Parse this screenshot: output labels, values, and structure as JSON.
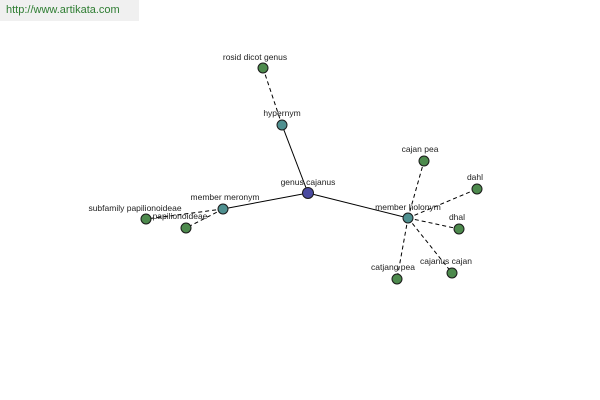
{
  "banner": {
    "url_text": "http://www.artikata.com"
  },
  "colors": {
    "center": "#4a4aa0",
    "relation": "#4f9090",
    "leaf": "#4d8a4d"
  },
  "nodes": [
    {
      "id": "center",
      "label": "genus cajanus",
      "kind": "center"
    },
    {
      "id": "hypernym",
      "label": "hypernym",
      "kind": "relation"
    },
    {
      "id": "member_meronym",
      "label": "member meronym",
      "kind": "relation"
    },
    {
      "id": "member_holonym",
      "label": "member holonym",
      "kind": "relation"
    },
    {
      "id": "rosid",
      "label": "rosid dicot genus",
      "kind": "leaf"
    },
    {
      "id": "subfamily",
      "label": "subfamily papilionoideae",
      "kind": "leaf"
    },
    {
      "id": "papilionoideae",
      "label": "papilionoideae",
      "kind": "leaf"
    },
    {
      "id": "cajan_pea",
      "label": "cajan pea",
      "kind": "leaf"
    },
    {
      "id": "dahl",
      "label": "dahl",
      "kind": "leaf"
    },
    {
      "id": "dhal",
      "label": "dhal",
      "kind": "leaf"
    },
    {
      "id": "cajanus_cajan",
      "label": "cajanus cajan",
      "kind": "leaf"
    },
    {
      "id": "catjang_pea",
      "label": "catjang pea",
      "kind": "leaf"
    }
  ],
  "edges": [
    {
      "from": "center",
      "to": "hypernym",
      "style": "solid"
    },
    {
      "from": "center",
      "to": "member_meronym",
      "style": "solid"
    },
    {
      "from": "center",
      "to": "member_holonym",
      "style": "solid"
    },
    {
      "from": "hypernym",
      "to": "rosid",
      "style": "dashed"
    },
    {
      "from": "member_meronym",
      "to": "subfamily",
      "style": "dashed"
    },
    {
      "from": "member_meronym",
      "to": "papilionoideae",
      "style": "dashed"
    },
    {
      "from": "member_holonym",
      "to": "cajan_pea",
      "style": "dashed"
    },
    {
      "from": "member_holonym",
      "to": "dahl",
      "style": "dashed"
    },
    {
      "from": "member_holonym",
      "to": "dhal",
      "style": "dashed"
    },
    {
      "from": "member_holonym",
      "to": "cajanus_cajan",
      "style": "dashed"
    },
    {
      "from": "member_holonym",
      "to": "catjang_pea",
      "style": "dashed"
    }
  ]
}
